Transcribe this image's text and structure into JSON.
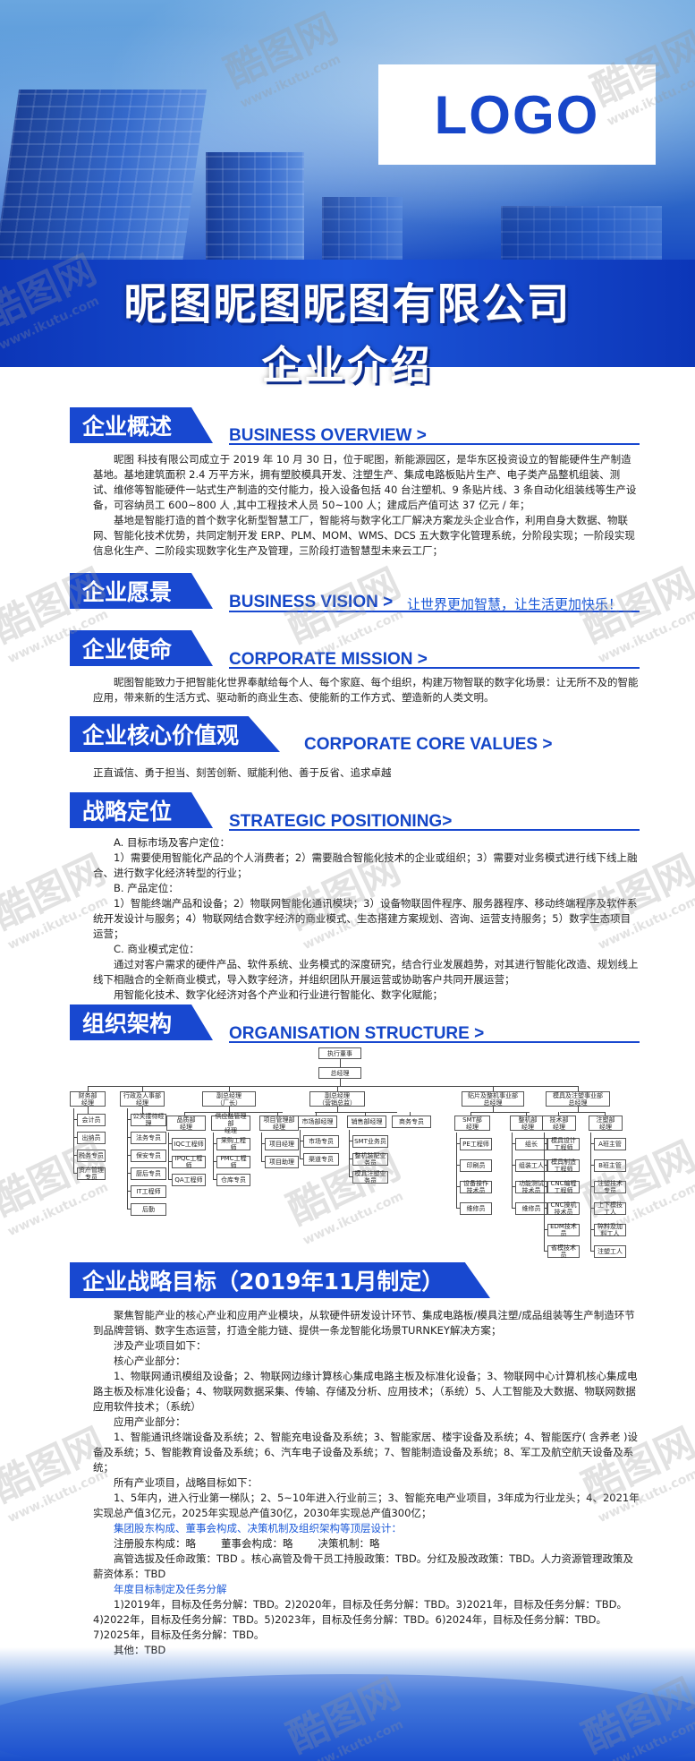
{
  "logo": "LOGO",
  "company_name": "昵图昵图昵图有限公司",
  "page_title": "企业介绍",
  "overview": {
    "tag": "企业概述",
    "en": "BUSINESS OVERVIEW >",
    "p1": "昵图 科技有限公司成立于 2019 年 10 月 30 日，位于昵图，新能源园区，是华东区投资设立的智能硬件生产制造基地。基地建筑面积 2.4 万平方米，拥有塑胶模具开发、注塑生产、集成电路板贴片生产、电子类产品整机组装、测试、维修等智能硬件一站式生产制造的交付能力，投入设备包括 40 台注塑机、9 条贴片线、3 条自动化组装线等生产设备，可容纳员工 600~800 人 ,其中工程技术人员 50~100 人；建成后产值可达 37 亿元 / 年；",
    "p2": "基地是智能打造的首个数字化新型智慧工厂，智能将与数字化工厂解决方案龙头企业合作，利用自身大数据、物联网、智能化技术优势，共同定制开发 ERP、PLM、MOM、WMS、DCS 五大数字化管理系统，分阶段实现；一阶段实现信息化生产、二阶段实现数字化生产及管理，三阶段打造智慧型未来云工厂；"
  },
  "vision": {
    "tag": "企业愿景",
    "en": "BUSINESS VISION >",
    "slogan": "让世界更加智慧，让生活更加快乐！"
  },
  "mission": {
    "tag": "企业使命",
    "en": "CORPORATE MISSION >",
    "p1": "昵图智能致力于把智能化世界奉献给每个人、每个家庭、每个组织，构建万物智联的数字化场景：让无所不及的智能应用，带来新的生活方式、驱动新的商业生态、使能新的工作方式、塑造新的人类文明。"
  },
  "values": {
    "tag": "企业核心价值观",
    "en": "CORPORATE CORE VALUES >",
    "p1": "正直诚信、勇于担当、刻苦创新、赋能利他、善于反省、追求卓越"
  },
  "strategy": {
    "tag": "战略定位",
    "en": "STRATEGIC POSITIONING>",
    "a_title": "A. 目标市场及客户定位：",
    "a_text": "1）需要使用智能化产品的个人消费者；2）需要融合智能化技术的企业或组织；3）需要对业务模式进行线下线上融合、进行数字化经济转型的行业；",
    "b_title": "B. 产品定位：",
    "b_text": "1）智能终端产品和设备；2）物联网智能化通讯模块；3）设备物联固件程序、服务器程序、移动终端程序及软件系统开发设计与服务；4）物联网结合数字经济的商业模式、生态搭建方案规划、咨询、运营支持服务；5）数字生态项目运营；",
    "c_title": "C. 商业模式定位：",
    "c_text": "通过对客户需求的硬件产品、软件系统、业务模式的深度研究，结合行业发展趋势，对其进行智能化改造、规划线上线下相融合的全新商业模式，导入数字经济，并组织团队开展运营或协助客户共同开展运营；",
    "c_text2": "用智能化技术、数字化经济对各个产业和行业进行智能化、数字化赋能；"
  },
  "org": {
    "tag": "组织架构",
    "en": "ORGANISATION STRUCTURE >",
    "top": [
      "执行董事",
      "总经理"
    ],
    "departments": [
      {
        "name": "财务部\n经理",
        "subs": [
          "会计员",
          "出纳员",
          "税务专员",
          "资产管理专员"
        ]
      },
      {
        "name": "行政及人事部\n经理",
        "subs": [
          "公关接待经理",
          "法务专员",
          "保安专员",
          "厨后专员",
          "IT工程师",
          "后勤"
        ]
      },
      {
        "name": "副总经理\n（厂长）",
        "subs": [
          "品质部\n经理",
          "供应链管理部\n经理",
          "项目管理部\n经理"
        ]
      },
      {
        "name": "副总经理\n（营销总监）",
        "subs": [
          "市场部经理",
          "销售部经理",
          "商务专员"
        ]
      },
      {
        "name": "贴片及整机事业部\n总经理",
        "subs": [
          "SMT部\n经理",
          "整机部\n经理"
        ]
      },
      {
        "name": "模具及注塑事业部\n总经理",
        "subs": [
          "技术部\n经理",
          "注塑部\n经理"
        ]
      }
    ],
    "lvl3": {
      "quality": [
        "IQC工程师",
        "IPQC工程师",
        "QA工程师"
      ],
      "supply": [
        "采购工程师",
        "PMC工程师",
        "仓库专员"
      ],
      "project": [
        "项目经理",
        "项目助理"
      ],
      "market": [
        "市场专员",
        "渠道专员"
      ],
      "sales": [
        "SMT业务员",
        "整机装配业务员",
        "模具注塑业务员"
      ],
      "smt": [
        "PE工程师",
        "印刷员",
        "设备操作技术员",
        "维修员"
      ],
      "assembly": [
        "组长",
        "组装工人",
        "功能测试技术员",
        "维修员"
      ],
      "tech": [
        "模具设计工程师",
        "模具制造工程师",
        "CNC编程工程师",
        "CNC操机技术员",
        "EDM技术员",
        "省模技术员"
      ],
      "injection": [
        "A班主管",
        "B班主管",
        "注塑技术专员",
        "上下模技工人",
        "碎料及加料工人",
        "注塑工人"
      ]
    }
  },
  "goals": {
    "tag": "企业战略目标（2019年11月制定）",
    "intro": "聚焦智能产业的核心产业和应用产业模块，从软硬件研发设计环节、集成电路板/模具注塑/成品组装等生产制造环节到品牌营销、数字生态运营，打造全能力链、提供一条龙智能化场景TURNKEY解决方案；",
    "scope": "涉及产业项目如下：",
    "core_title": "核心产业部分：",
    "core_text": "1、物联网通讯模组及设备；2、物联网边缘计算核心集成电路主板及标准化设备；3、物联网中心计算机核心集成电路主板及标准化设备；4、物联网数据采集、传输、存储及分析、应用技术；（系统）5、人工智能及大数据、物联网数据应用软件技术；（系统）",
    "app_title": "应用产业部分：",
    "app_text": "1、智能通讯终端设备及系统；2、智能充电设备及系统；3、智能家居、楼宇设备及系统；4、智能医疗( 含养老 )设备及系统；5、智能教育设备及系统；6、汽车电子设备及系统；7、智能制造设备及系统；8、军工及航空航天设备及系统；",
    "all_title": "所有产业项目，战略目标如下：",
    "all_text": "1、5年内，进入行业第一梯队；2、5~10年进入行业前三；3、智能充电产业项目，3年成为行业龙头；4、2021年实现总产值3亿元，2025年实现总产值30亿，2030年实现总产值300亿；",
    "group_title": "集团股东构成、董事会构成、决策机制及组织架构等顶层设计：",
    "shareholders": "注册股东构成：略",
    "board": "董事会构成：略",
    "decision": "决策机制：略",
    "exec": "高管选拔及任命政策：TBD 。核心高管及骨干员工持股政策：TBD。分红及股改政策：TBD。人力资源管理政策及薪资体系：TBD",
    "annual_title": "年度目标制定及任务分解",
    "annual_text": "1)2019年，目标及任务分解：TBD。2)2020年，目标及任务分解：TBD。3)2021年，目标及任务分解：TBD。4)2022年，目标及任务分解：TBD。5)2023年，目标及任务分解：TBD。6)2024年，目标及任务分解：TBD。7)2025年，目标及任务分解：TBD。",
    "other": "其他：TBD"
  },
  "watermark": {
    "cn": "酷图网",
    "url": "www.ikutu.com"
  }
}
